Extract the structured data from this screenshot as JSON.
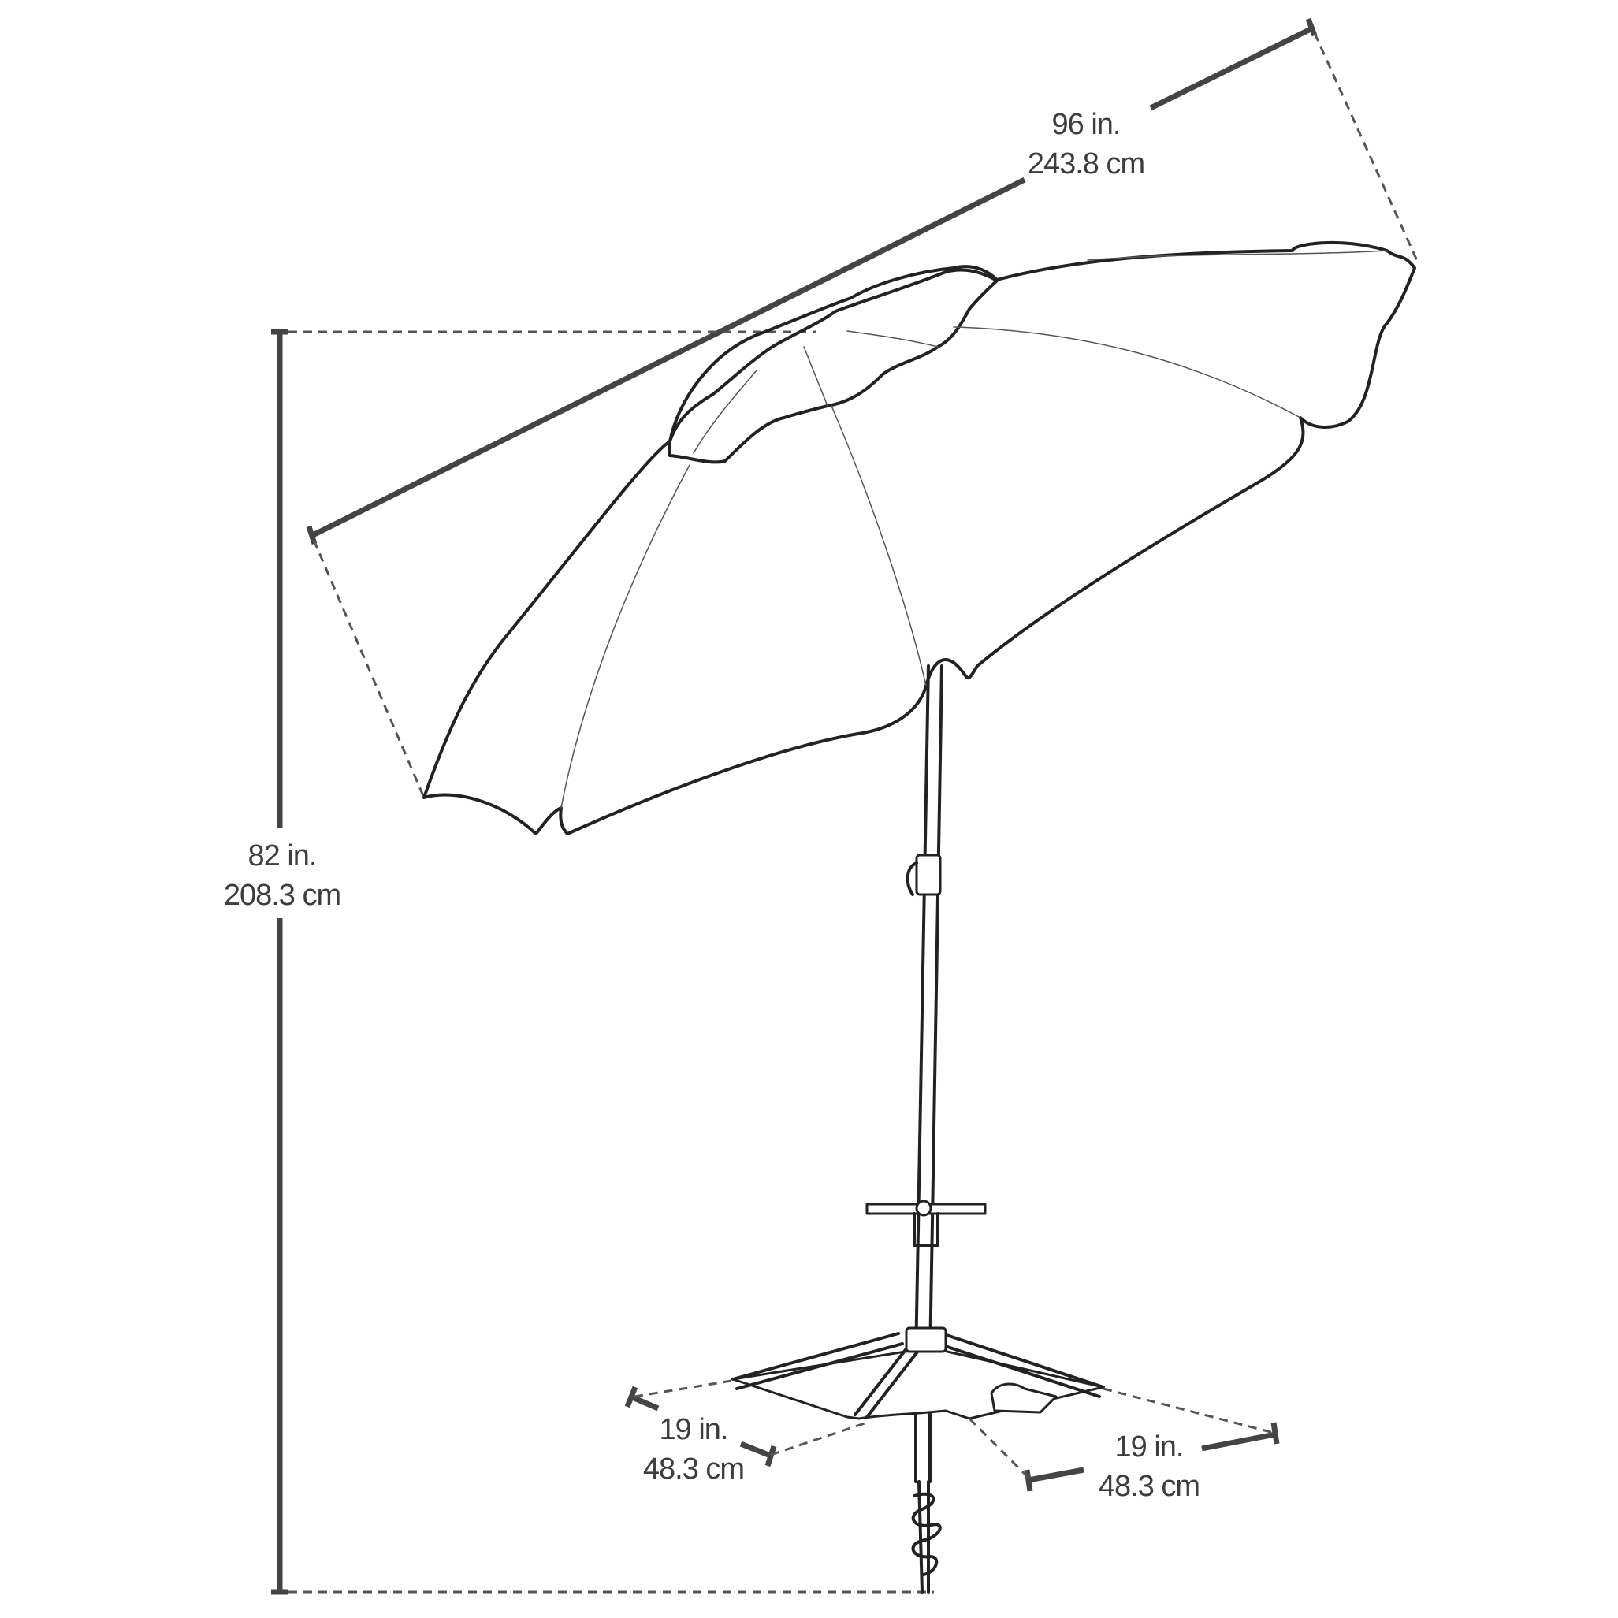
{
  "dimensions": {
    "canopy_width": {
      "imperial": "96 in.",
      "metric": "243.8 cm"
    },
    "height": {
      "imperial": "82 in.",
      "metric": "208.3 cm"
    },
    "base_width": {
      "imperial": "19 in.",
      "metric": "48.3 cm"
    },
    "base_depth": {
      "imperial": "19 in.",
      "metric": "48.3 cm"
    }
  },
  "colors": {
    "line": "#222222",
    "dimension": "#444444",
    "text": "#3d3d3d",
    "background": "#ffffff"
  },
  "icons": [
    "umbrella-illustration",
    "sand-anchor-icon",
    "tray-icon",
    "tilt-button-icon"
  ]
}
